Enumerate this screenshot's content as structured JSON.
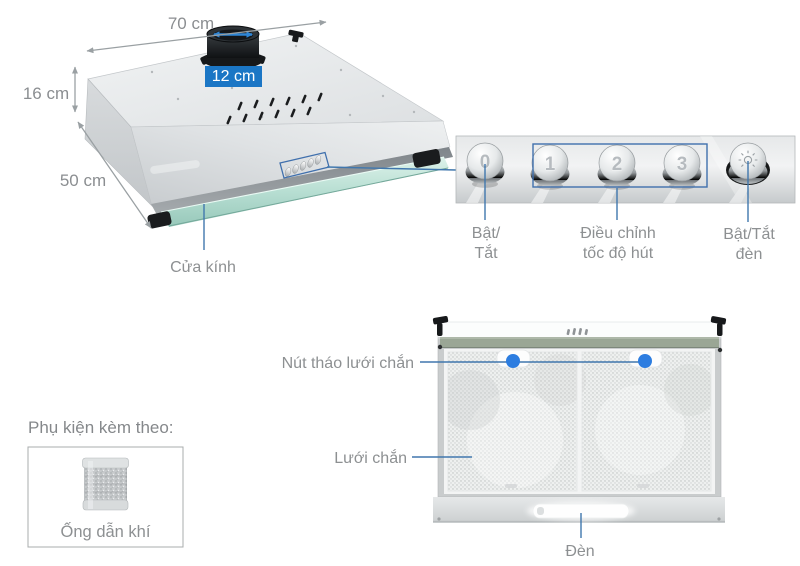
{
  "hood_diagram": {
    "dim_width": "70 cm",
    "dim_height": "16 cm",
    "dim_depth": "50 cm",
    "dim_duct": "12 cm",
    "glass_label": "Cửa kính"
  },
  "control_panel": {
    "knob_labels": [
      "0",
      "1",
      "2",
      "3"
    ],
    "captions": [
      {
        "line1": "Bật/",
        "line2": "Tắt"
      },
      {
        "line1": "Điều chỉnh",
        "line2": "tốc độ hút"
      },
      {
        "line1": "Bật/Tắt",
        "line2": "đèn"
      }
    ]
  },
  "underside": {
    "filter_release_label": "Nút tháo lưới chắn",
    "filter_label": "Lưới chắn",
    "light_label": "Đèn"
  },
  "accessory": {
    "title": "Phụ kiện kèm theo:",
    "item_label": "Ống dẫn khí"
  },
  "colors": {
    "annotation_blue": "#4077ad",
    "badge_blue": "#1b76c5",
    "dot_blue": "#2d7de0",
    "duct_arrow_blue": "#2f86d6",
    "label_gray": "#8d9092",
    "glass_teal": "#b7ded2"
  }
}
